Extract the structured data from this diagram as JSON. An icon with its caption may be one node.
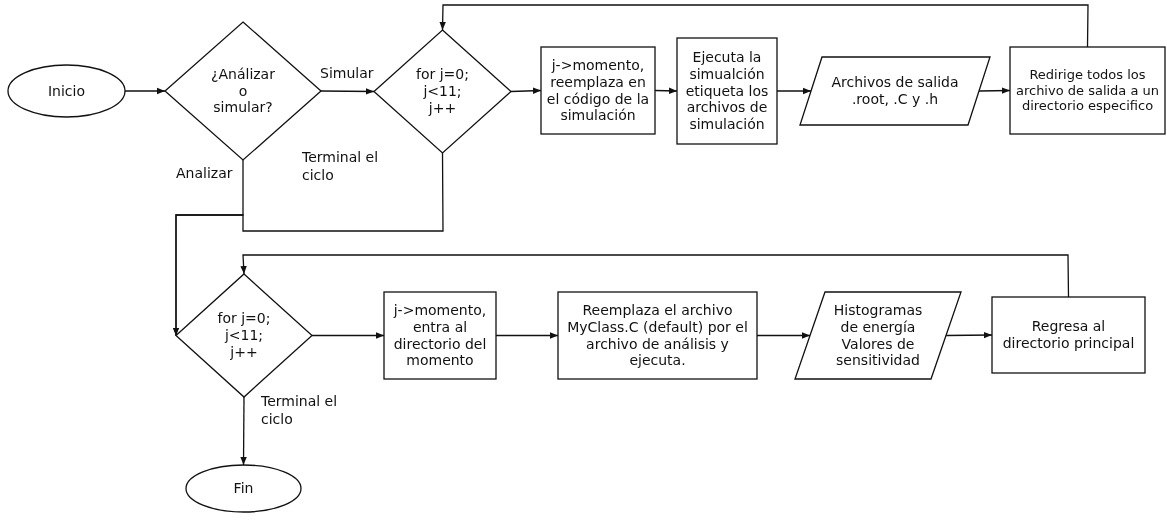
{
  "diagram": {
    "nodes": [
      {
        "text": [
          "Inicio"
        ]
      },
      {
        "text": [
          "¿Análizar o simular?"
        ]
      },
      {
        "text": [
          "for j=0; j<11; j++"
        ]
      },
      {
        "text": [
          "j->momento, reemplaza en el código de la simulación"
        ]
      },
      {
        "text": [
          "Ejecuta la simualción etiqueta los archivos de simulación"
        ]
      },
      {
        "text": [
          "Archivos de salida .root, .C y .h"
        ]
      },
      {
        "text": [
          "Redirige todos los archivo de salida a un directorio especifico"
        ]
      },
      {
        "text": [
          "for j=0; j<11; j++"
        ]
      },
      {
        "text": [
          "j->momento, entra al directorio del momento"
        ]
      },
      {
        "text": [
          "Reemplaza el archivo MyClass.C (default) por el archivo de análisis y ejecuta."
        ]
      },
      {
        "text": [
          "Histogramas de energía Valores de sensitividad"
        ]
      },
      {
        "text": [
          "Regresa al directorio principal"
        ]
      },
      {
        "text": [
          "Fin"
        ]
      }
    ],
    "edges": [
      {
        "from": 0,
        "to": 1,
        "arrow": "to"
      },
      {
        "from": 1,
        "to": 2,
        "arrow": "to",
        "label": "Simular"
      },
      {
        "from": 2,
        "to": 3,
        "arrow": "to"
      },
      {
        "from": 3,
        "to": 4,
        "arrow": "to"
      },
      {
        "from": 4,
        "to": 5,
        "arrow": "to"
      },
      {
        "from": 5,
        "to": 6,
        "arrow": "to"
      },
      {
        "from": 6,
        "to": 2,
        "arrow": "to"
      },
      {
        "from": 1,
        "to": 7,
        "arrow": "to",
        "label": "Analizar"
      },
      {
        "from": 2,
        "to": 7,
        "arrow": "to",
        "label": "Terminal el ciclo"
      },
      {
        "from": 7,
        "to": 8,
        "arrow": "to"
      },
      {
        "from": 8,
        "to": 9,
        "arrow": "to"
      },
      {
        "from": 9,
        "to": 10,
        "arrow": "to"
      },
      {
        "from": 10,
        "to": 11,
        "arrow": "to"
      },
      {
        "from": 11,
        "to": 7,
        "arrow": "to"
      },
      {
        "from": 7,
        "to": 12,
        "arrow": "to",
        "label": "Terminal el ciclo"
      }
    ]
  }
}
